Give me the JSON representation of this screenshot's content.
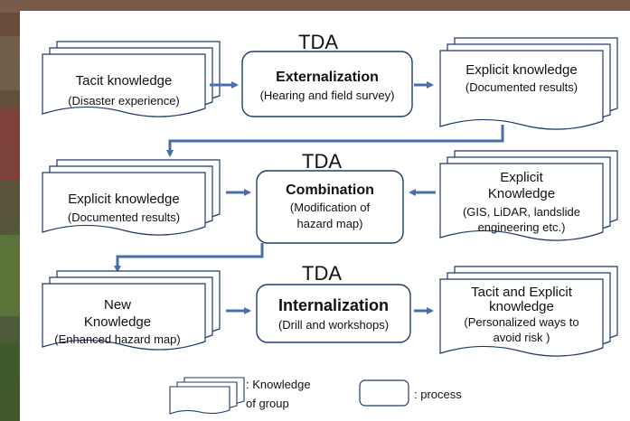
{
  "rows": [
    {
      "tda": "TDA",
      "left": {
        "title": "Tacit knowledge",
        "subtitle": "(Disaster experience)"
      },
      "process": {
        "title": "Externalization",
        "subtitle": "(Hearing and field survey)"
      },
      "right": {
        "title": "Explicit knowledge",
        "subtitle": "(Documented results)"
      }
    },
    {
      "tda": "TDA",
      "left": {
        "title": "Explicit knowledge",
        "subtitle": "(Documented results)"
      },
      "process": {
        "title": "Combination",
        "subtitle_line1": "(Modification of",
        "subtitle_line2": "hazard map)"
      },
      "right": {
        "title_line1": "Explicit",
        "title_line2": "Knowledge",
        "subtitle_line1": "(GIS, LiDAR, landslide",
        "subtitle_line2": "engineering etc.)"
      }
    },
    {
      "tda": "TDA",
      "left": {
        "title_line1": "New",
        "title_line2": "Knowledge",
        "subtitle": "(Enhanced hazard map)"
      },
      "process": {
        "title": "Internalization",
        "subtitle": "(Drill and workshops)"
      },
      "right": {
        "title_line1": "Tacit and Explicit",
        "title_line2": "knowledge",
        "subtitle_line1": "(Personalized ways to",
        "subtitle_line2": "avoid risk )"
      }
    }
  ],
  "legend": {
    "knowledge_line1": ": Knowledge",
    "knowledge_line2": "of group",
    "process": ": process"
  },
  "colors": {
    "arrow": "#4a6ea8",
    "stroke": "#1f3a6b",
    "fill": "#ffffff"
  }
}
